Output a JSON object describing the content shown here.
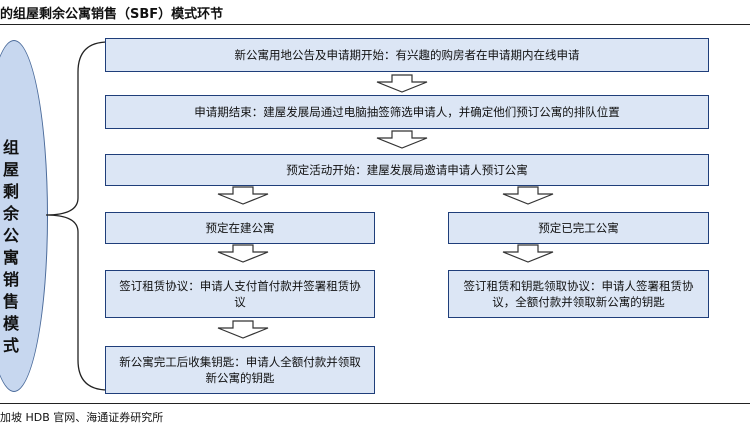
{
  "title": "的组屋剩余公寓销售（SBF）模式环节",
  "side_label": "组屋剩余公寓销售模式",
  "steps": {
    "launch": "新公寓用地公告及申请期开始：有兴趣的购房者在申请期内在线申请",
    "ballot": "申请期结束：建屋发展局通过电脑抽签筛选申请人，并确定他们预订公寓的排队位置",
    "booking": "预定活动开始：建屋发展局邀请申请人预订公寓",
    "uc_book": "预定在建公寓",
    "uc_lease": "签订租赁协议：申请人支付首付款并签署租赁协议",
    "uc_keys": "新公寓完工后收集钥匙：申请人全额付款并领取新公寓的钥匙",
    "done_book": "预定已完工公寓",
    "done_lease": "签订租赁和钥匙领取协议：申请人签署租赁协议，全额付款并领取新公寓的钥匙"
  },
  "source": "加坡 HDB 官网、海通证券研究所",
  "colors": {
    "box_fill": "#dce6f5",
    "box_border": "#1f3e7a",
    "oval_fill": "#c7d7ef",
    "arrow_fill": "#ffffff"
  }
}
